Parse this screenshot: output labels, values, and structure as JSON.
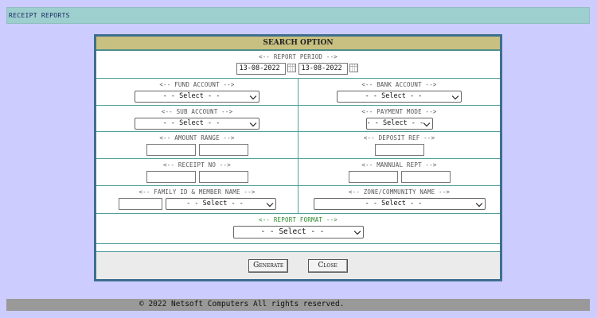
{
  "header": {
    "title": "RECEIPT REPORTS"
  },
  "panel": {
    "title": "SEARCH OPTION"
  },
  "report_period": {
    "label": "<-- REPORT PERIOD -->",
    "from_date": "13-08-2022",
    "to_date": "13-08-2022"
  },
  "fund_account": {
    "label": "<-- FUND ACCOUNT -->",
    "selected": "- - Select - -"
  },
  "bank_account": {
    "label": "<-- BANK ACCOUNT -->",
    "selected": "- - Select - -"
  },
  "sub_account": {
    "label": "<-- SUB ACCOUNT -->",
    "selected": "- - Select - -"
  },
  "payment_mode": {
    "label": "<-- PAYMENT MODE -->",
    "selected": "- - Select - -"
  },
  "amount_range": {
    "label": "<-- AMOUNT RANGE -->",
    "from": "",
    "to": ""
  },
  "deposit_ref": {
    "label": "<-- DEPOSIT REF -->",
    "value": ""
  },
  "receipt_no": {
    "label": "<-- RECEIPT NO -->",
    "from": "",
    "to": ""
  },
  "manual_rept": {
    "label": "<-- MANNUAL REPT -->",
    "from": "",
    "to": ""
  },
  "family": {
    "label": "<-- FAMILY ID & MEMBER NAME -->",
    "id": "",
    "selected": "- - Select - -"
  },
  "zone": {
    "label": "<-- ZONE/COMMUNITY NAME -->",
    "selected": "- - Select - -"
  },
  "report_format": {
    "label": "<-- REPORT FORMAT -->",
    "selected": "- - Select - -"
  },
  "buttons": {
    "generate": "Generate",
    "close": "Close"
  },
  "footer": {
    "copyright": "© 2022 Netsoft Computers All rights reserved."
  },
  "colors": {
    "page_bg": "#ccccff",
    "top_bar": "#9ecfcf",
    "panel_header": "#c8c080",
    "panel_border": "#3e6f8f",
    "bottom_bar": "#999999",
    "format_label": "#2e8b2e"
  }
}
